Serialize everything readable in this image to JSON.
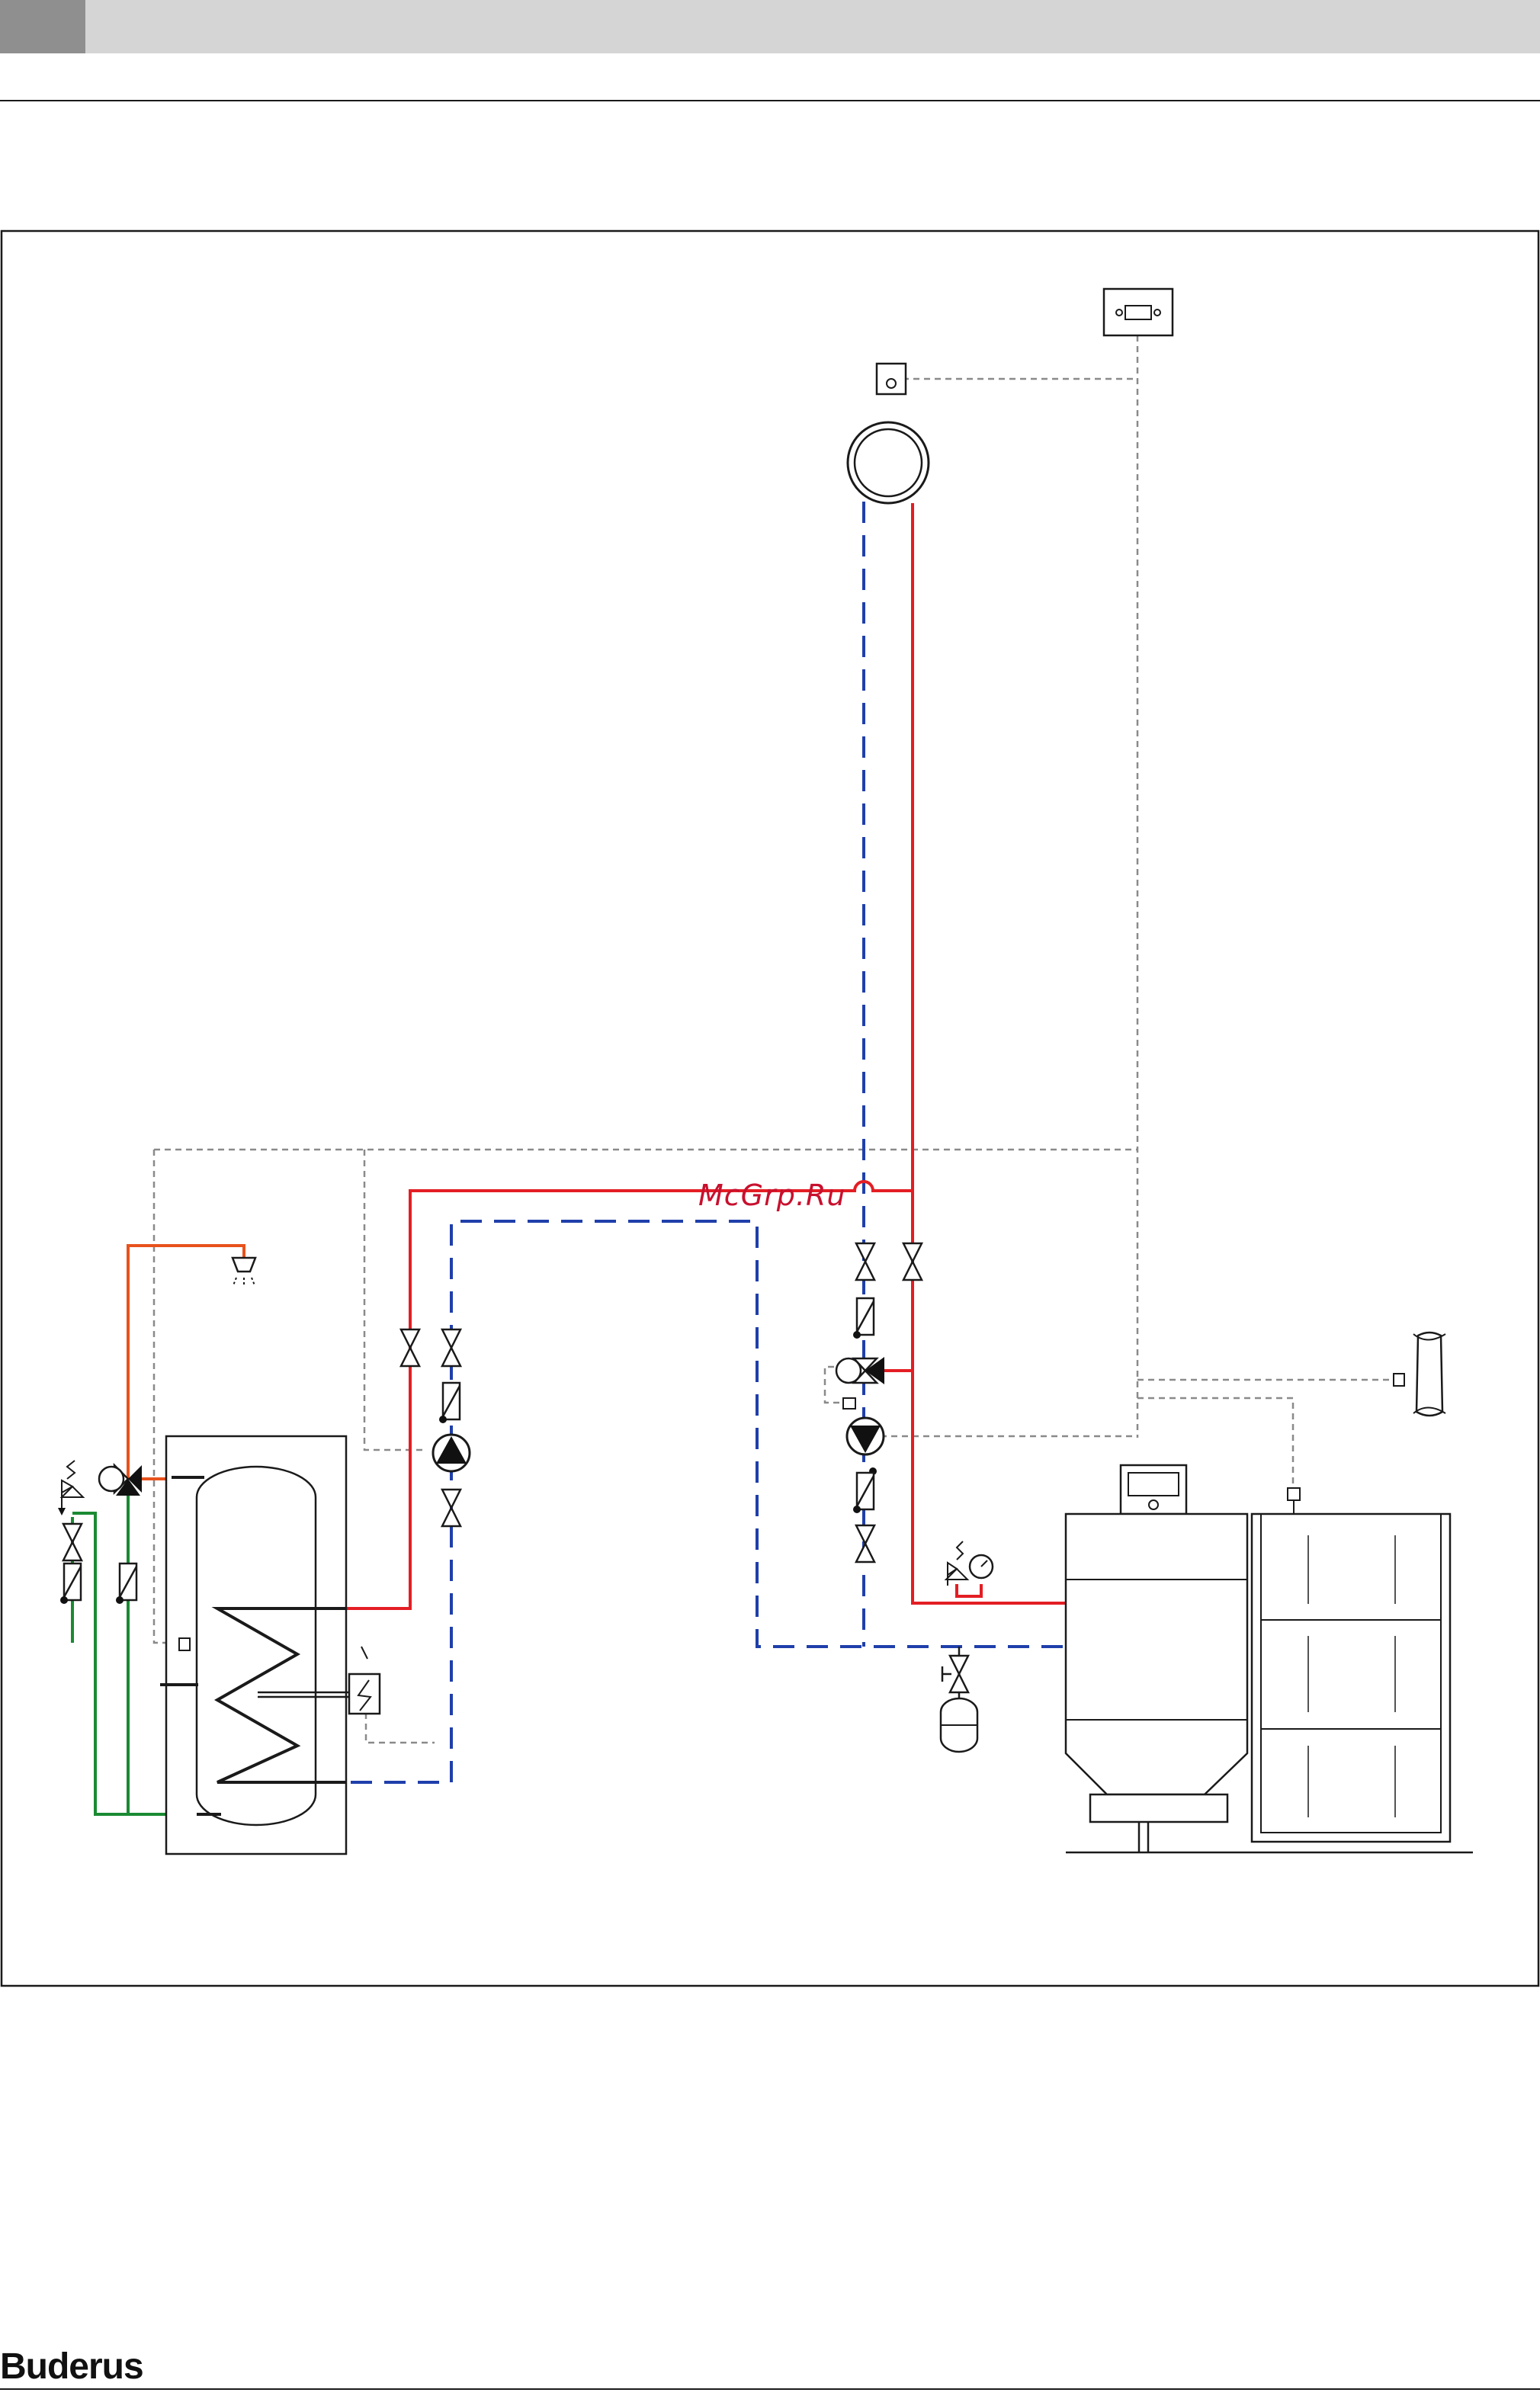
{
  "page": {
    "watermark_text": "McGrp.Ru",
    "brand_name": "Buderus"
  },
  "diagram": {
    "pipe_colors": {
      "heating_flow": "#e31e24",
      "heating_return": "#1f3faa",
      "hot_water": "#e8521c",
      "cold_water": "#1a8a33",
      "control_wiring": "#8a8a8a",
      "outline": "#1a1a1a"
    },
    "components": [
      "remote-control-unit",
      "room-temperature-sensor",
      "heating-circuit",
      "dhw-cylinder",
      "coil-heat-exchanger",
      "electric-heating-element",
      "three-way-mixing-valve",
      "circulation-pump",
      "shut-off-valve",
      "check-valve",
      "safety-valve",
      "pressure-gauge",
      "expansion-vessel",
      "outdoor-temperature-sensor",
      "pellet-boiler",
      "pellet-hopper",
      "boiler-control-panel",
      "shower-outlet"
    ]
  }
}
